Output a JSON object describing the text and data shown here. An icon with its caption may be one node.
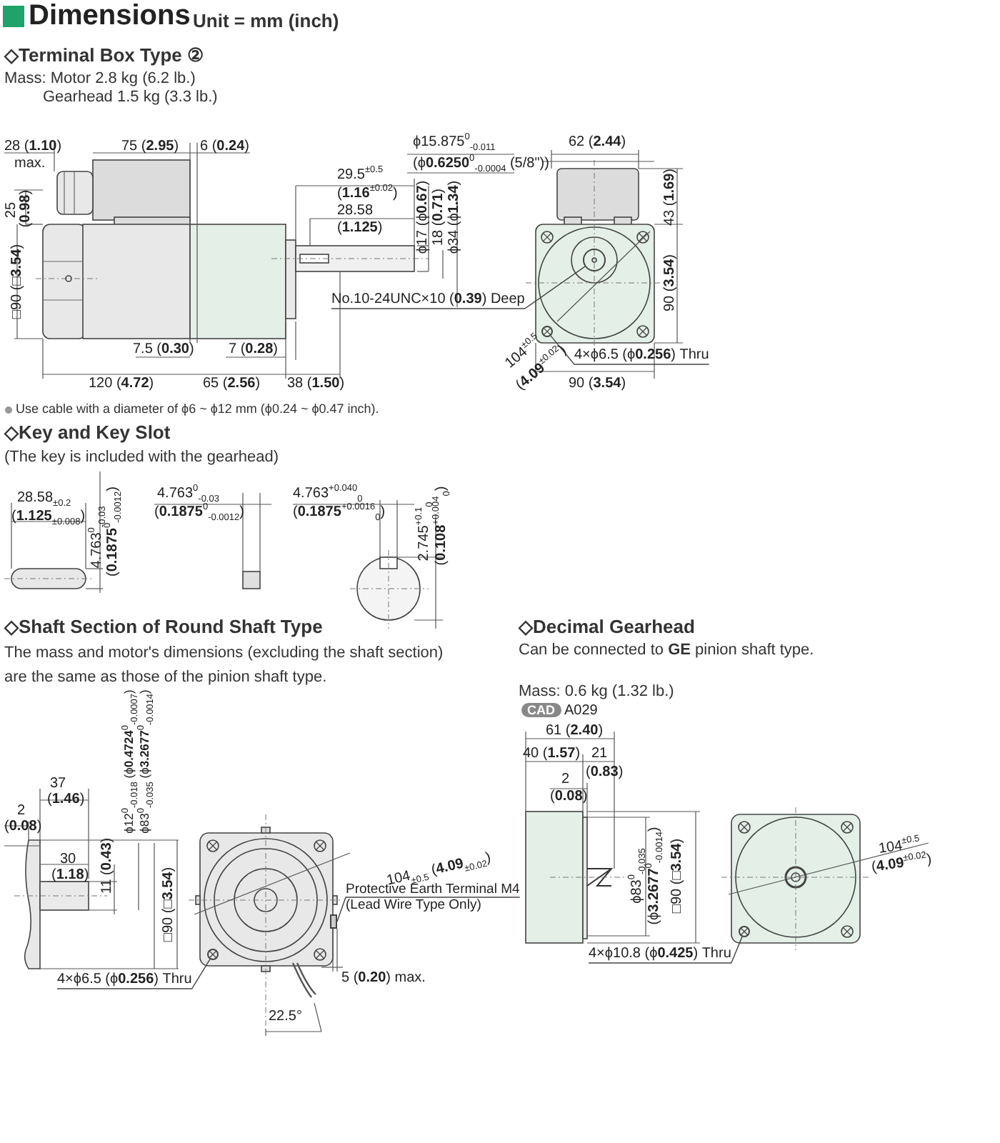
{
  "diagram": {
    "title": "Dimensions",
    "nodes": [
      {
        "text": [
          "No.10-24UNC×10 (**0.39**) Deep"
        ]
      },
      {
        "text": [
          "4×ϕ6.5 (ϕ**0.256**) Thru"
        ]
      },
      {
        "text": [
          "4×ϕ6.5 (ϕ**0.256**) Thru"
        ]
      },
      {
        "text": [
          "Protective Earth Terminal M4",
          "(Lead Wire Type Only)"
        ]
      },
      {
        "text": [
          "4×ϕ10.8 (ϕ**0.425**) Thru"
        ]
      },
      {
        "text": [],
        "shape": "circle"
      },
      {
        "text": [],
        "shape": "circle"
      },
      {
        "text": [],
        "shape": "circle"
      },
      {
        "text": [],
        "shape": "box"
      },
      {
        "text": [],
        "shape": "circle"
      }
    ],
    "edges": [
      {
        "from": 0,
        "to": 5,
        "arrow": "none"
      },
      {
        "from": 1,
        "to": 6,
        "arrow": "none"
      },
      {
        "from": 2,
        "to": 7,
        "arrow": "none"
      },
      {
        "from": 3,
        "to": 8,
        "arrow": "none"
      },
      {
        "from": 4,
        "to": 9,
        "arrow": "none"
      }
    ],
    "labels": [
      "Unit = mm (inch)",
      "◇Terminal Box Type ②",
      "Mass: Motor 2.8 kg (6.2 lb.)",
      "Gearhead 1.5 kg (3.3 lb.)",
      "28 (**1.10**)",
      "max.",
      "75 (**2.95**)",
      "6 (**0.24**)",
      "29.5$^{±0.5}$",
      "(**1.16**$^{±0.02}$)",
      "28.58",
      "(**1.125**)",
      "ϕ15.875$^{0}$$_{-0.011}$",
      "(ϕ**0.6250**$^{0}$$_{-0.0004}$ (5/8\"))",
      "ϕ17 (ϕ**0.67**)",
      "18 (**0.71**)",
      "ϕ34 (ϕ**1.34**)",
      "25",
      "(**0.98**)",
      "□90 (□**3.54**)",
      "7.5 (**0.30**)",
      "7 (**0.28**)",
      "120 (**4.72**)",
      "65 (**2.56**)",
      "38 (**1.50**)",
      "62 (**2.44**)",
      "43 (**1.69**)",
      "90 (**3.54**)",
      "104$^{±0.5}$",
      "(**4.09**$^{±0.02}$)",
      "90 (**3.54**)",
      "Use cable with a diameter of ϕ6 ~ ϕ12 mm (ϕ0.24 ~ ϕ0.47 inch).",
      "◇Key and Key Slot",
      "(The key is included with the gearhead)",
      "28.58$_{±0.2}$",
      "(**1.125**$_{±0.008}$)",
      "4.763$^{0}$$_{-0.03}$",
      "(**0.1875**$^{0}$$_{-0.0012}$)",
      "4.763$^{0}$$_{-0.03}$",
      "(**0.1875**$^{0}$$_{-0.0012}$)",
      "4.763$^{+0.040}$$_{0}$",
      "(**0.1875**$^{+0.0016}$$_{0}$)",
      "2.745$^{+0.1}$$_{0}$",
      "(**0.108**$^{+0.004}$$_{0}$)",
      "◇Shaft Section of Round Shaft Type",
      "The mass and motor's dimensions (excluding the shaft section) are the same as those of the pinion shaft type.",
      "ϕ12$^{0}$$_{-0.018}$ (ϕ**0.4724**$^{0}$$_{-0.0007}$)",
      "ϕ83$^{0}$$_{-0.035}$ (ϕ**3.2677**$^{0}$$_{-0.0014}$)",
      "37",
      "(**1.46**)",
      "2",
      "(**0.08**)",
      "30",
      "(**1.18**)",
      "11 (**0.43**)",
      "□90 (□**3.54**)",
      "104$_{±0.5}$ (**4.09**$_{±0.02}$)",
      "5 (**0.20**) max.",
      "22.5°",
      "◇Decimal Gearhead",
      "Can be connected to **GE** pinion shaft type.",
      "Mass: 0.6 kg (1.32 lb.)",
      "CAD",
      "A029",
      "61 (**2.40**)",
      "40 (**1.57**)",
      "21",
      "(**0.83**)",
      "2",
      "(**0.08**)",
      "ϕ83$^{0}$$_{-0.035}$",
      "(ϕ**3.2677**$^{0}$$_{-0.0014}$)",
      "□90 (□**3.54**)",
      "104$^{±0.5}$",
      "(**4.09**$^{±0.02}$)"
    ]
  }
}
